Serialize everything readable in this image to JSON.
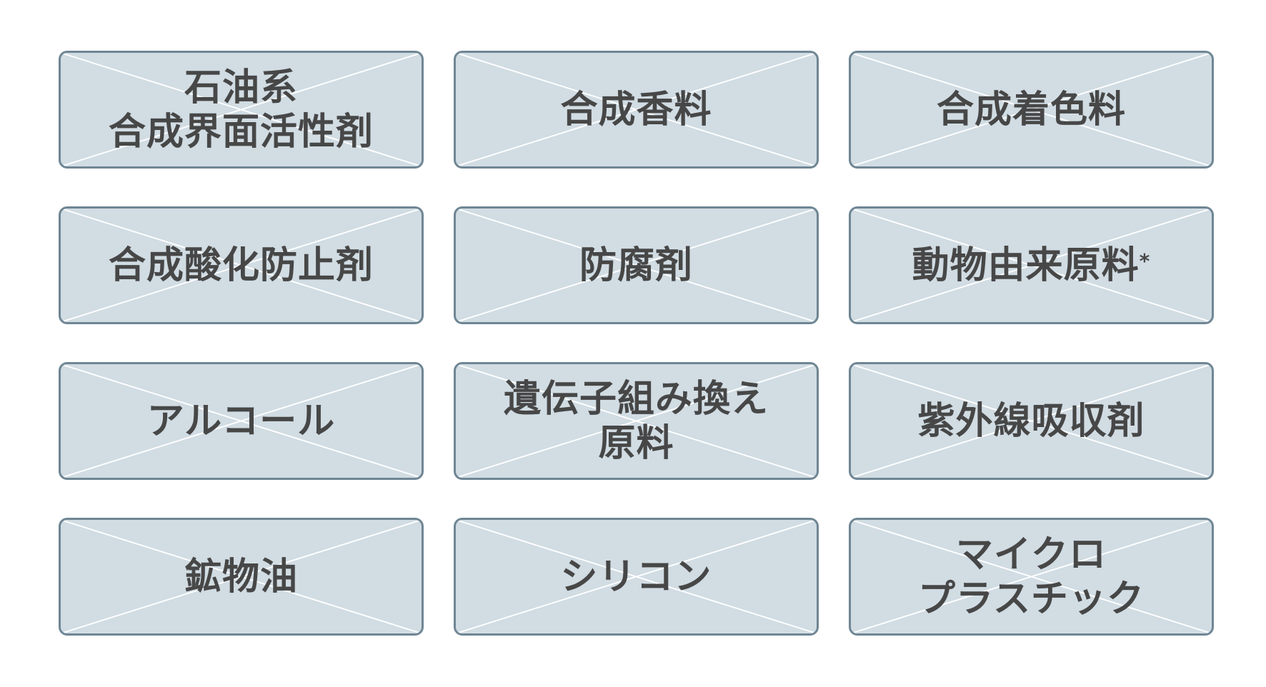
{
  "tiles": [
    {
      "label": "石油系\n合成界面活性剤",
      "note": ""
    },
    {
      "label": "合成香料",
      "note": ""
    },
    {
      "label": "合成着色料",
      "note": ""
    },
    {
      "label": "合成酸化防止剤",
      "note": ""
    },
    {
      "label": "防腐剤",
      "note": ""
    },
    {
      "label": "動物由来原料",
      "note": "*"
    },
    {
      "label": "アルコール",
      "note": ""
    },
    {
      "label": "遺伝子組み換え\n原料",
      "note": ""
    },
    {
      "label": "紫外線吸収剤",
      "note": ""
    },
    {
      "label": "鉱物油",
      "note": ""
    },
    {
      "label": "シリコン",
      "note": ""
    },
    {
      "label": "マイクロ\nプラスチック",
      "note": ""
    }
  ],
  "colors": {
    "tile_fill": "#d1dce3",
    "tile_border": "#6f8694",
    "cross_line": "#ffffff",
    "text": "#474747"
  }
}
